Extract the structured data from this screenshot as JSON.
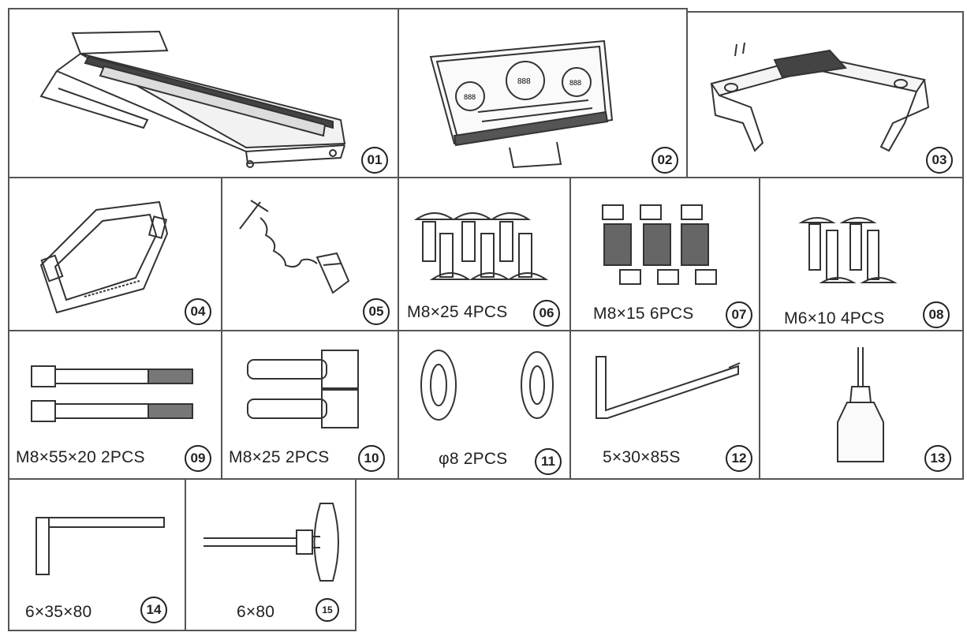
{
  "parts": [
    {
      "num": "01",
      "label": ""
    },
    {
      "num": "02",
      "label": ""
    },
    {
      "num": "03",
      "label": ""
    },
    {
      "num": "04",
      "label": ""
    },
    {
      "num": "05",
      "label": ""
    },
    {
      "num": "06",
      "label": "M8×25  4PCS"
    },
    {
      "num": "07",
      "label": "M8×15 6PCS"
    },
    {
      "num": "08",
      "label": "M6×10  4PCS"
    },
    {
      "num": "09",
      "label": "M8×55×20  2PCS"
    },
    {
      "num": "10",
      "label": "M8×25  2PCS"
    },
    {
      "num": "11",
      "label": "φ8  2PCS"
    },
    {
      "num": "12",
      "label": "5×30×85S"
    },
    {
      "num": "13",
      "label": ""
    },
    {
      "num": "14",
      "label": "6×35×80"
    },
    {
      "num": "15",
      "label": "6×80"
    }
  ],
  "display_digits": "888"
}
